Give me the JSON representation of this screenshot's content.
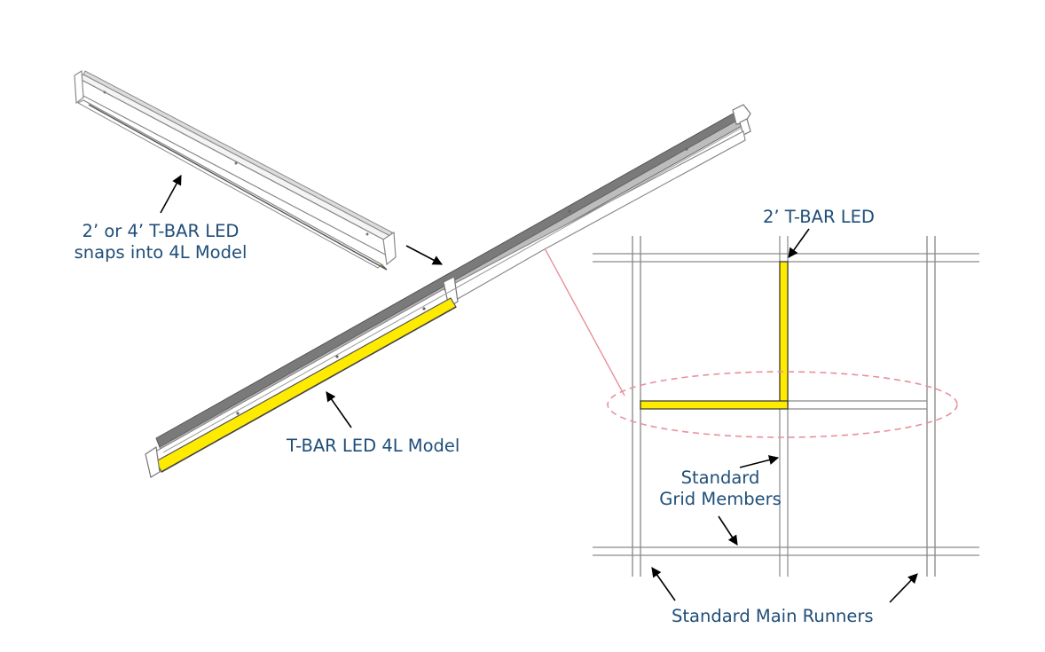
{
  "labels": {
    "two_or_four_line1": "2’ or 4’ T-BAR LED",
    "two_or_four_line2": "snaps into 4L Model",
    "model_4l": "T-BAR LED 4L Model",
    "two_ft": "2’ T-BAR LED",
    "grid_members_line1": "Standard",
    "grid_members_line2": "Grid Members",
    "main_runners": "Standard Main Runners"
  },
  "colors": {
    "label_text": "#1f4e79",
    "led_yellow": "#ffeb00",
    "outline": "#8a8a8a",
    "dark_edge": "#6e6e6e",
    "callout_red": "#e8909c",
    "arrow": "#000000"
  }
}
